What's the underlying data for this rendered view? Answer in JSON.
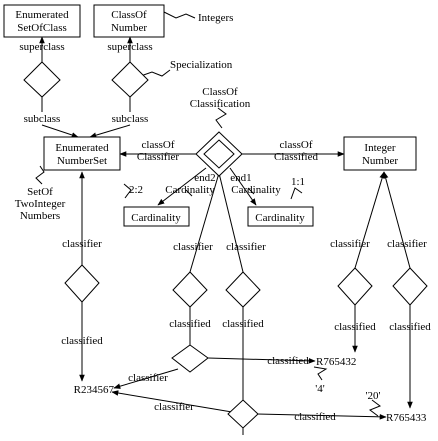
{
  "nodes": {
    "enumerated_set_of_class": [
      "Enumerated",
      "SetOfClass"
    ],
    "class_of_number": [
      "ClassOf",
      "Number"
    ],
    "integers_label": "Integers",
    "enumerated_number_set": [
      "Enumerated",
      "NumberSet"
    ],
    "class_of_classification": [
      "ClassOf",
      "Classification"
    ],
    "integer_number": [
      "Integer",
      "Number"
    ],
    "cardinality_left": "Cardinality",
    "cardinality_right": "Cardinality",
    "set_of_two_integer_numbers": [
      "SetOf",
      "TwoInteger",
      "Numbers"
    ],
    "r234567": "R234567",
    "r765432": "R765432",
    "r765433": "R765433",
    "value_4": "'4'",
    "value_20": "'20'"
  },
  "relations": {
    "superclass_left": "superclass",
    "subclass_left": "subclass",
    "superclass_right": "superclass",
    "subclass_right": "subclass",
    "specialization": "Specialization",
    "class_of_classifier": [
      "classOf",
      "Classifier"
    ],
    "class_of_classified": [
      "classOf",
      "Classified"
    ],
    "end2_cardinality": [
      "end2",
      "Cardinality"
    ],
    "end1_cardinality": [
      "end1",
      "Cardinality"
    ],
    "card_2_2": "2:2",
    "card_1_1": "1:1",
    "classifier_nset": "classifier",
    "classified_nset": "classified",
    "classifier_c1": "classifier",
    "classifier_c2": "classifier",
    "classified_c1": "classified",
    "classified_c2": "classified",
    "classifier_c3": "classifier",
    "classifier_c4": "classifier",
    "classified_c3": "classified",
    "classified_c4": "classified",
    "classified_r765432": "classified",
    "classifier_low1": "classifier",
    "classifier_low2": "classifier",
    "classified_r765433": "classified"
  }
}
